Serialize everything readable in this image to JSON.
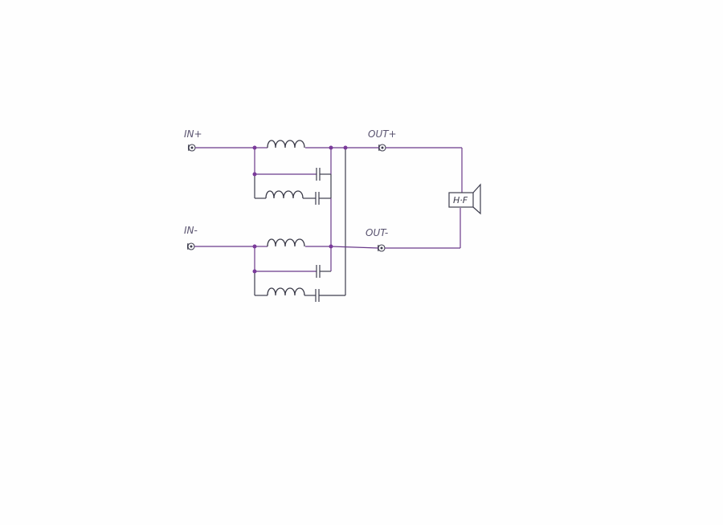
{
  "labels": {
    "in_plus": "IN+",
    "in_minus": "IN-",
    "out_plus": "OUT+",
    "out_minus": "OUT-",
    "speaker": "H·F"
  },
  "colors": {
    "wire": "#6a3a8a",
    "component": "#3a3a48",
    "junction": "#7a3a9a",
    "text": "#5a5470"
  },
  "icons": {
    "input_terminals": "jack-icon",
    "output_terminals": "jack-icon",
    "speaker": "speaker-icon"
  }
}
